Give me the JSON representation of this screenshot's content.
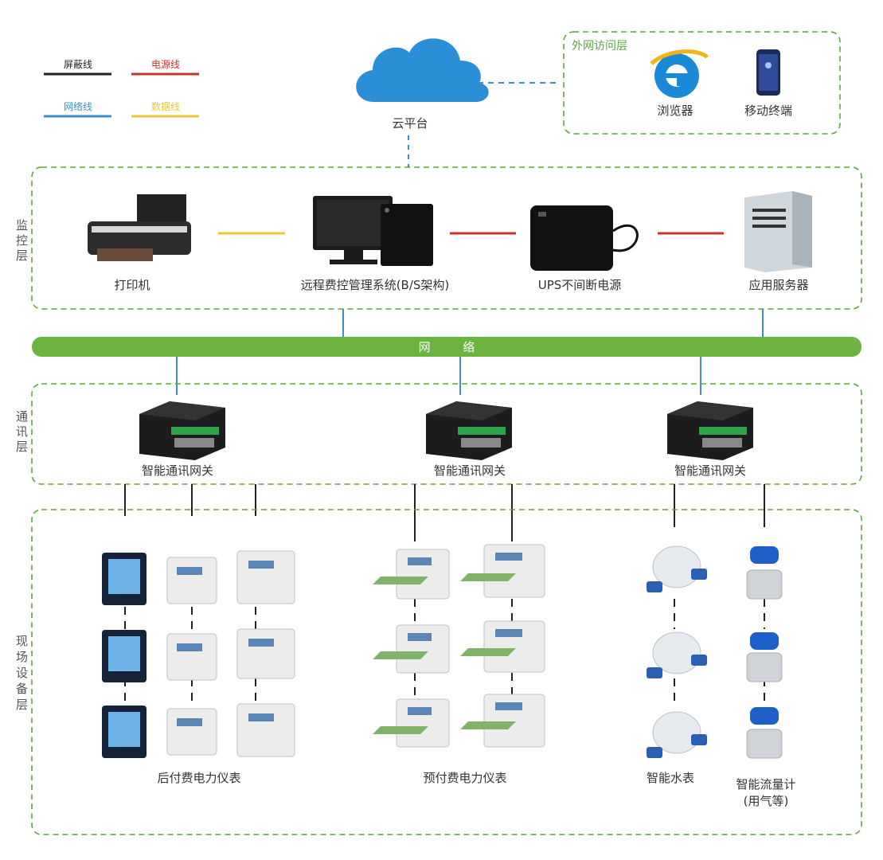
{
  "legend": {
    "shield_line": "屏蔽线",
    "power_line": "电源线",
    "network_line": "网络线",
    "data_line": "数据线"
  },
  "colors": {
    "shield": "#222222",
    "power": "#c8332b",
    "network": "#3d8fc5",
    "data": "#e8c93a",
    "green": "#6cb33f",
    "dash_green": "#5aa83c"
  },
  "cloud": {
    "label": "云平台"
  },
  "external": {
    "title": "外网访问层",
    "browser": "浏览器",
    "mobile": "移动终端"
  },
  "monitor_layer": {
    "title": "监\n控\n层",
    "printer": "打印机",
    "system": "远程费控管理系统(B/S架构)",
    "ups": "UPS不间断电源",
    "server": "应用服务器"
  },
  "network_bar": {
    "label": "网 络"
  },
  "comm_layer": {
    "title": "通\n讯\n层",
    "gateways": [
      "智能通讯网关",
      "智能通讯网关",
      "智能通讯网关"
    ]
  },
  "field_layer": {
    "title": "现\n场\n设\n备\n层",
    "postpaid": "后付费电力仪表",
    "prepaid": "预付费电力仪表",
    "water": "智能水表",
    "flow": "智能流量计",
    "flow_note": "(用气等)"
  }
}
